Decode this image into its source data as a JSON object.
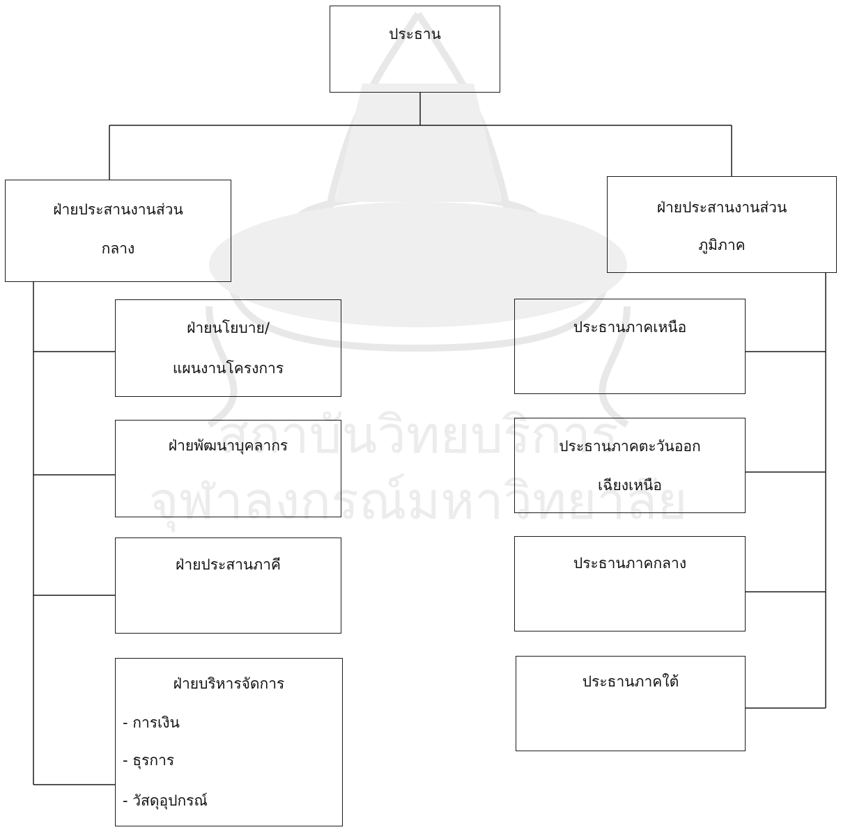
{
  "chart": {
    "root": {
      "lines": [
        "ประธาน"
      ]
    },
    "central_division": {
      "lines": [
        "ฝ่ายประสานงานส่วน",
        "กลาง"
      ]
    },
    "regional_division": {
      "lines": [
        "ฝ่ายประสานงานส่วน",
        "ภูมิภาค"
      ]
    },
    "central_units": [
      {
        "lines": [
          "ฝ่ายนโยบาย/",
          "แผนงานโครงการ"
        ],
        "items": []
      },
      {
        "lines": [
          "ฝ่ายพัฒนาบุคลากร"
        ],
        "items": []
      },
      {
        "lines": [
          "ฝ่ายประสานภาคี"
        ],
        "items": []
      },
      {
        "lines": [
          "ฝ่ายบริหารจัดการ"
        ],
        "items": [
          "- การเงิน",
          "- ธุรการ",
          "- วัสดุอุปกรณ์"
        ]
      }
    ],
    "regional_units": [
      {
        "lines": [
          "ประธานภาคเหนือ"
        ]
      },
      {
        "lines": [
          "ประธานภาคตะวันออก",
          "เฉียงเหนือ"
        ]
      },
      {
        "lines": [
          "ประธานภาคกลาง"
        ]
      },
      {
        "lines": [
          "ประธานภาคใต้"
        ]
      }
    ]
  }
}
